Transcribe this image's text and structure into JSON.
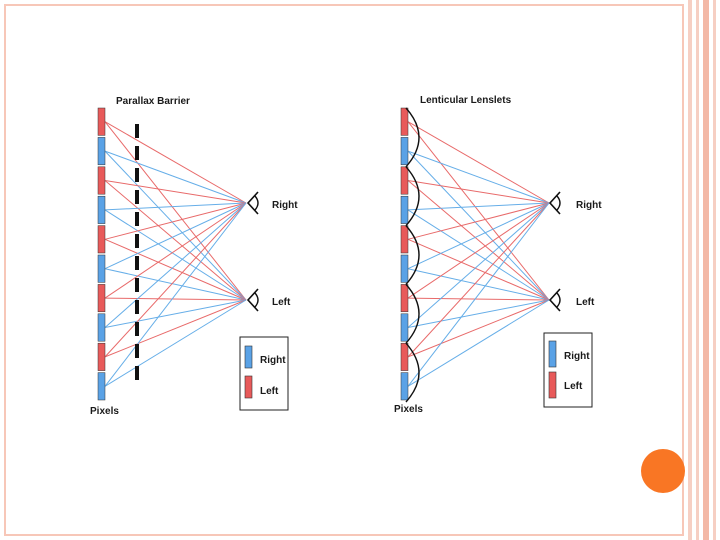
{
  "slide": {
    "accent_colors": {
      "frame": "#f7c7b8",
      "dot": "#f97624"
    }
  },
  "left_diagram": {
    "title": "Parallax Barrier",
    "eye_right_label": "Right",
    "eye_left_label": "Left",
    "legend": {
      "right": "Right",
      "left": "Left"
    },
    "pixels_label": "Pixels"
  },
  "right_diagram": {
    "title": "Lenticular Lenslets",
    "eye_right_label": "Right",
    "eye_left_label": "Left",
    "legend": {
      "right": "Right",
      "left": "Left"
    },
    "pixels_label": "Pixels"
  },
  "colors": {
    "right_pixel": "#5aa2e6",
    "left_pixel": "#e85a5a",
    "right_ray": "#66aee8",
    "left_ray": "#e86a6a"
  }
}
